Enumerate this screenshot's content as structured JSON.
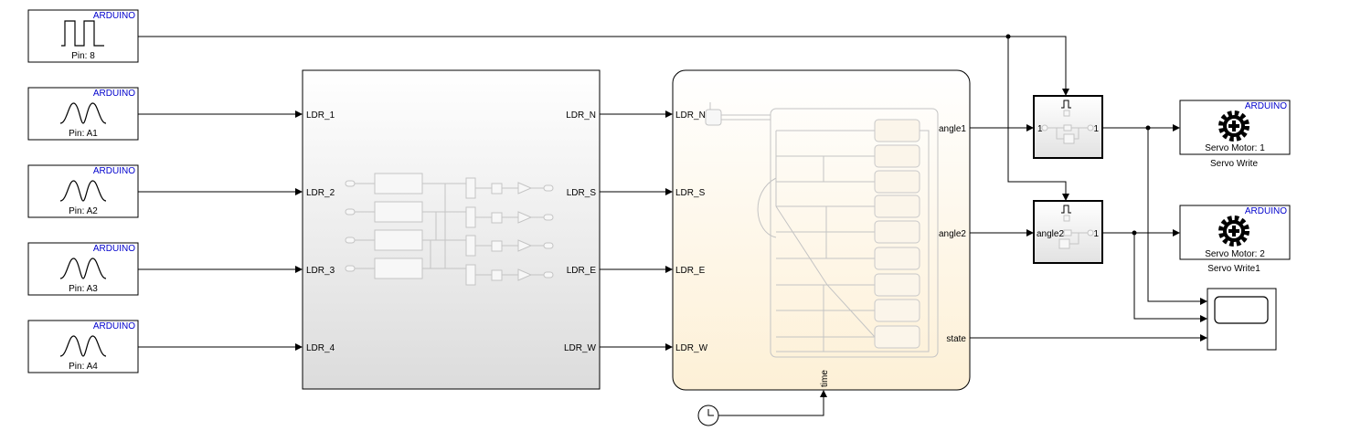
{
  "inputs": [
    {
      "brand": "ARDUINO",
      "label": "Pin: 8",
      "icon": "pulse-wave-icon"
    },
    {
      "brand": "ARDUINO",
      "label": "Pin: A1",
      "icon": "analog-wave-icon"
    },
    {
      "brand": "ARDUINO",
      "label": "Pin: A2",
      "icon": "analog-wave-icon"
    },
    {
      "brand": "ARDUINO",
      "label": "Pin: A3",
      "icon": "analog-wave-icon"
    },
    {
      "brand": "ARDUINO",
      "label": "Pin: A4",
      "icon": "analog-wave-icon"
    }
  ],
  "subsystem": {
    "in_ports": [
      "LDR_1",
      "LDR_2",
      "LDR_3",
      "LDR_4"
    ],
    "out_ports": [
      "LDR_N",
      "LDR_S",
      "LDR_E",
      "LDR_W"
    ]
  },
  "chart": {
    "in_ports": [
      "LDR_N",
      "LDR_S",
      "LDR_E",
      "LDR_W"
    ],
    "out_ports": [
      "angle1",
      "angle2",
      "state"
    ],
    "trigger_port": "time",
    "background": "#fdf3dc"
  },
  "enabled": [
    {
      "in_label": "1",
      "out_label": "1",
      "trigger_icon": "rising-edge-trigger-icon"
    },
    {
      "in_label": "angle2",
      "out_label": "1",
      "trigger_icon": "rising-edge-trigger-icon"
    }
  ],
  "servos": [
    {
      "brand": "ARDUINO",
      "label": "Servo Motor: 1",
      "caption": "Servo Write",
      "icon": "gear-cross-icon"
    },
    {
      "brand": "ARDUINO",
      "label": "Servo Motor: 2",
      "caption": "Servo Write1",
      "icon": "gear-cross-icon"
    }
  ],
  "scope": {
    "icon": "scope-display-icon"
  },
  "clock": {
    "icon": "clock-icon"
  },
  "colors": {
    "brand": "#0000cc",
    "chart_border": "#888888",
    "subsystem_top": "#ffffff",
    "subsystem_bottom": "#dcdcdc"
  }
}
